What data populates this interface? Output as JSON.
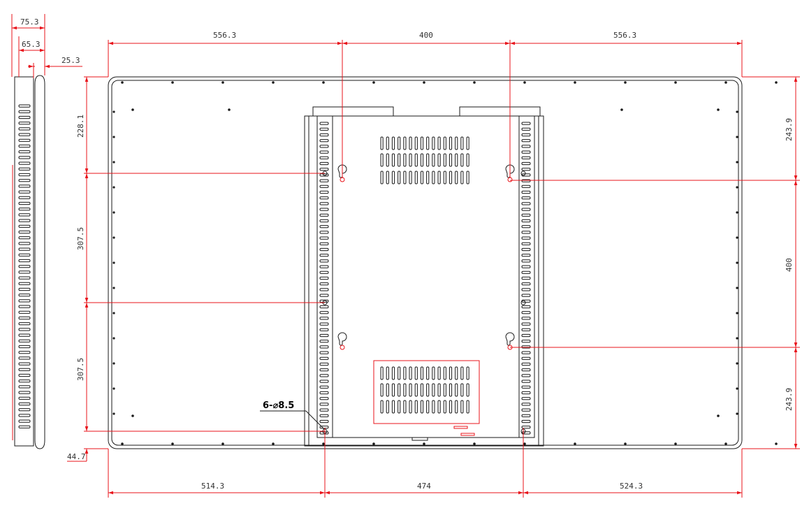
{
  "colors": {
    "outline": "#1a1a1a",
    "dimension": "#e8141b",
    "text": "#333333"
  },
  "side_view": {
    "dim_depth_total": "75.3",
    "dim_depth_body": "65.3",
    "dim_depth_front": "25.3"
  },
  "top_dims": {
    "left": "556.3",
    "center": "400",
    "right": "556.3"
  },
  "bottom_dims": {
    "left": "514.3",
    "center": "474",
    "right": "524.3"
  },
  "left_dims": {
    "top": "228.1",
    "middle": "307.5",
    "lower": "307.5",
    "bottom_offset": "44.7"
  },
  "right_dims": {
    "top": "243.9",
    "middle": "400",
    "bottom": "243.9"
  },
  "callout": {
    "holes": "6-⌀8.5"
  }
}
